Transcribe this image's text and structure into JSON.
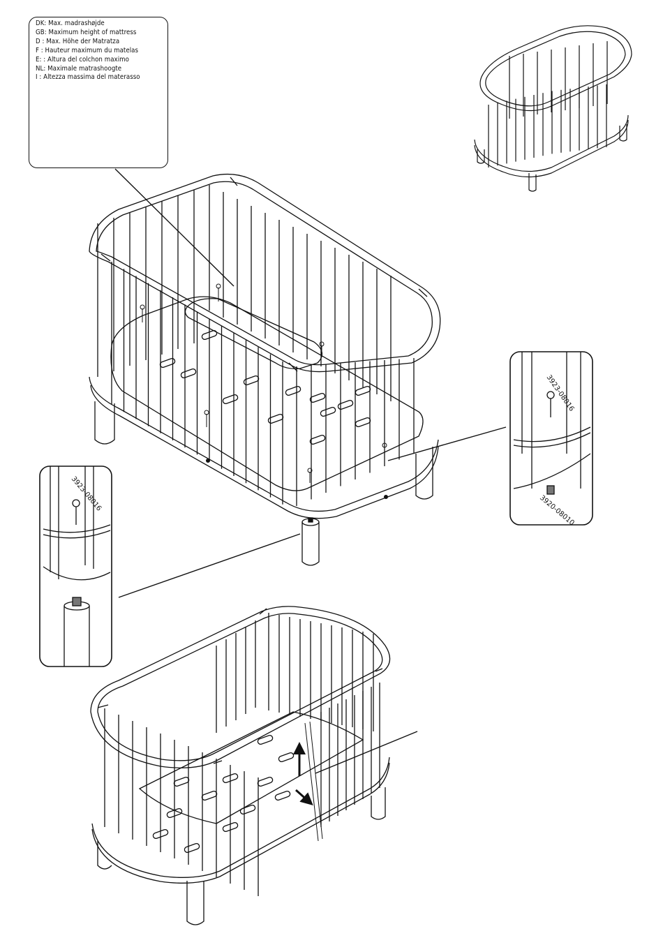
{
  "mattress_note": {
    "lines": [
      "DK: Max. madrashøjde",
      "GB: Maximum height of mattress",
      "D  : Max. Höhe der Matratza",
      "F  : Hauteur maximum du matelas",
      "E: : Altura del colchon maximo",
      "NL: Maximale matrashoogte",
      "I   : Altezza massima del materasso"
    ]
  },
  "parts": {
    "screw": "3923-08016",
    "insert": "3920-08010"
  },
  "colors": {
    "line": "#111111",
    "paper": "#ffffff"
  },
  "icons": [
    "arrow-up-icon",
    "arrow-down-right-icon"
  ]
}
